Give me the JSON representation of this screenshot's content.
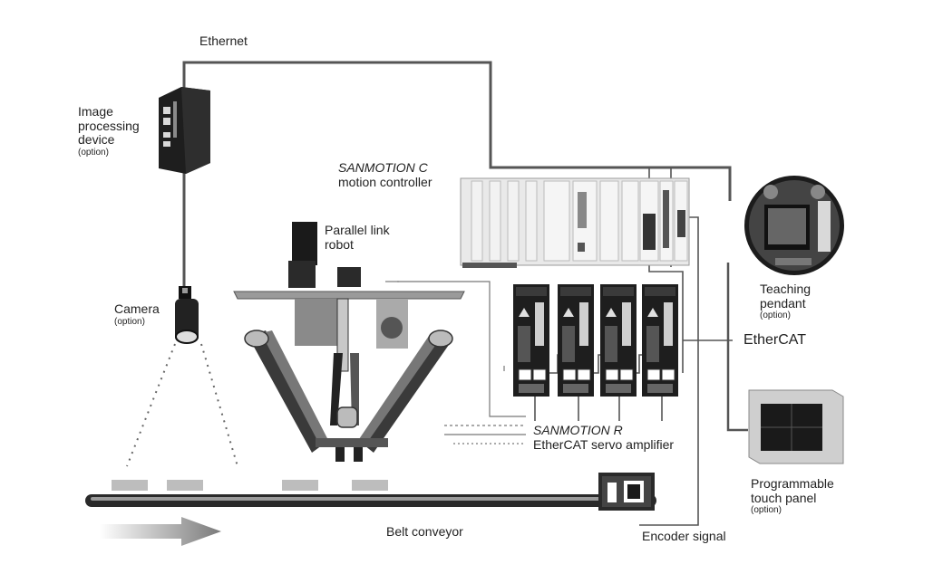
{
  "labels": {
    "ethernet": "Ethernet",
    "image_processing": {
      "line1": "Image",
      "line2": "processing",
      "line3": "device",
      "option": "(option)"
    },
    "camera": {
      "name": "Camera",
      "option": "(option)"
    },
    "controller": {
      "brand": "SANMOTION C",
      "name": "motion controller"
    },
    "robot": {
      "line1": "Parallel link",
      "line2": "robot"
    },
    "teaching_pendant": {
      "line1": "Teaching",
      "line2": "pendant",
      "option": "(option)"
    },
    "ethercat": "EtherCAT",
    "amplifier": {
      "brand": "SANMOTION R",
      "name": "EtherCAT servo amplifier"
    },
    "touch_panel": {
      "line1": "Programmable",
      "line2": "touch panel",
      "option": "(option)"
    },
    "belt_conveyor": "Belt conveyor",
    "encoder_signal": "Encoder signal"
  },
  "colors": {
    "line": "#555555",
    "device_dark": "#1e1e1e",
    "controller_body": "#e9e9e9",
    "item_gray": "#bdbdbd"
  }
}
